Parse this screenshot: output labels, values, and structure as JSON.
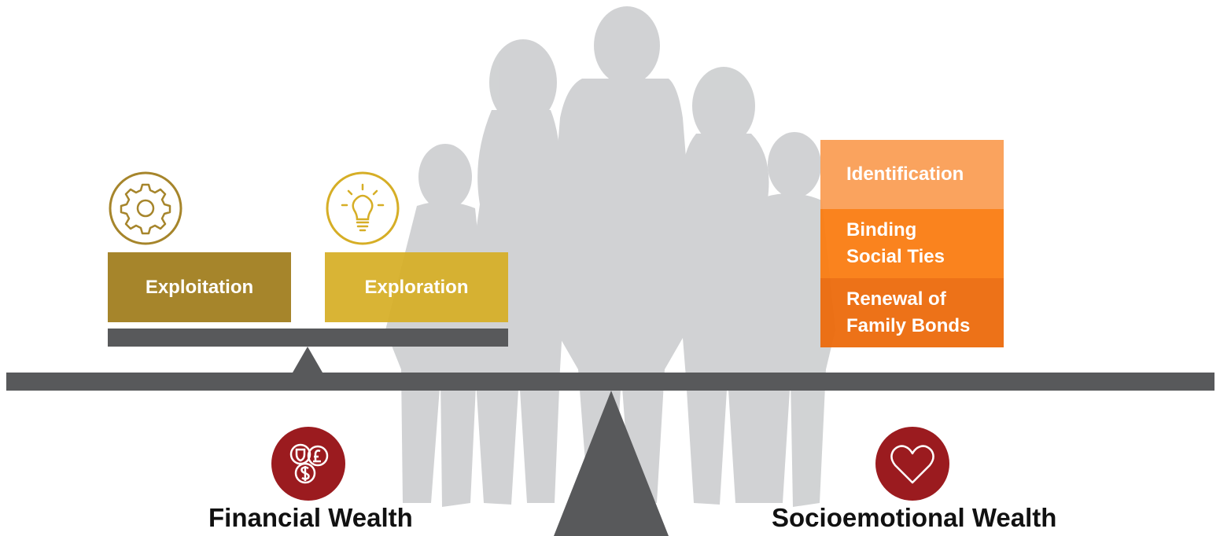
{
  "boxes": {
    "exploitation": "Exploitation",
    "exploration": "Exploration"
  },
  "stack": {
    "identification": "Identification",
    "binding_line1": "Binding",
    "binding_line2": "Social Ties",
    "renewal_line1": "Renewal of",
    "renewal_line2": "Family Bonds"
  },
  "captions": {
    "financial": "Financial Wealth",
    "socioemotional": "Socioemotional Wealth"
  },
  "icons": {
    "exploitation": "gear-icon",
    "exploration": "lightbulb-icon",
    "financial": "coins-icon",
    "socioemotional": "heart-icon"
  },
  "colors": {
    "exploitation": "#a6852b",
    "exploration": "#d6ae26",
    "identification": "#fa9e55",
    "binding": "#fa7c12",
    "renewal": "#ec6a0c",
    "beam": "#58595b",
    "wealth_icon": "#9b1b1f",
    "family_silhouette": "#c9cbcd"
  }
}
